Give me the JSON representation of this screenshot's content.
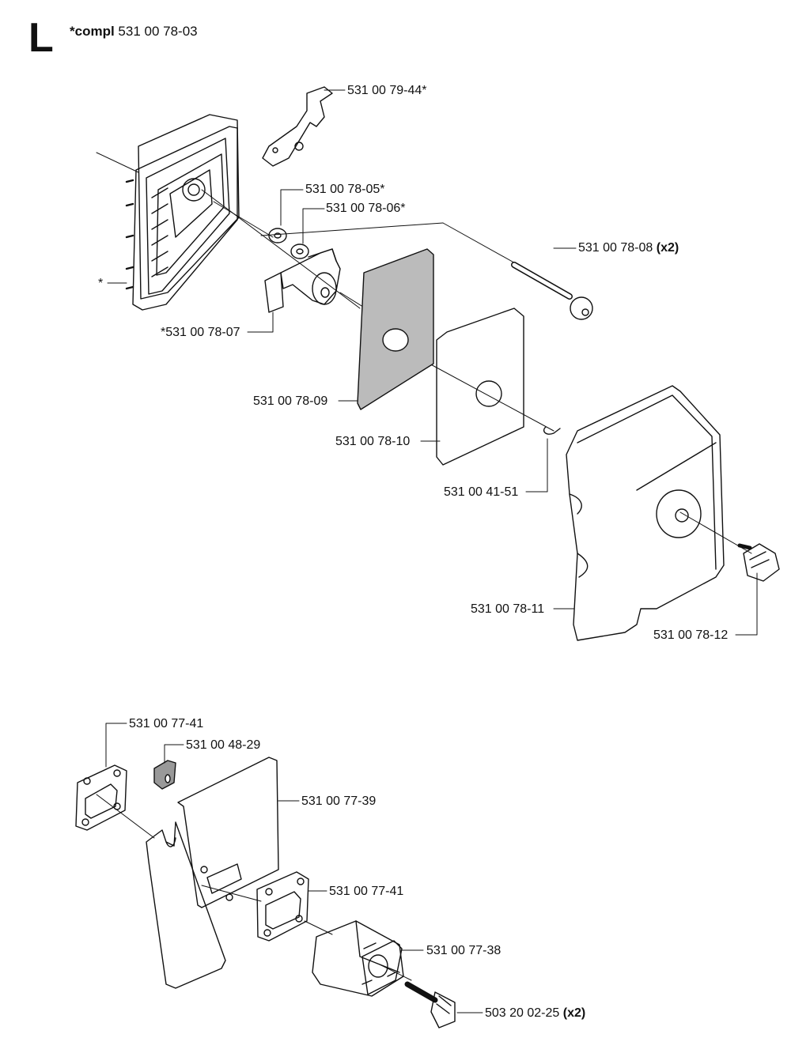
{
  "header": {
    "letter": "L",
    "prefix": "*compl",
    "number": "531 00 78-03"
  },
  "upper_parts": [
    {
      "id": "p1",
      "number": "531 00 79-44*",
      "qty": ""
    },
    {
      "id": "p2",
      "number": "531 00 78-05*",
      "qty": ""
    },
    {
      "id": "p3",
      "number": "531 00 78-06*",
      "qty": ""
    },
    {
      "id": "p4",
      "number": "531 00 78-08",
      "qty": "(x2)"
    },
    {
      "id": "p5",
      "number": "*",
      "qty": ""
    },
    {
      "id": "p6",
      "number": "*531 00 78-07",
      "qty": ""
    },
    {
      "id": "p7",
      "number": "531 00 78-09",
      "qty": ""
    },
    {
      "id": "p8",
      "number": "531 00 78-10",
      "qty": ""
    },
    {
      "id": "p9",
      "number": "531 00 41-51",
      "qty": ""
    },
    {
      "id": "p10",
      "number": "531 00 78-11",
      "qty": ""
    },
    {
      "id": "p11",
      "number": "531 00 78-12",
      "qty": ""
    }
  ],
  "lower_parts": [
    {
      "id": "q1",
      "number": "531 00 77-41",
      "qty": ""
    },
    {
      "id": "q2",
      "number": "531 00 48-29",
      "qty": ""
    },
    {
      "id": "q3",
      "number": "531 00 77-39",
      "qty": ""
    },
    {
      "id": "q4",
      "number": "531 00 77-41",
      "qty": ""
    },
    {
      "id": "q5",
      "number": "531 00 77-38",
      "qty": ""
    },
    {
      "id": "q6",
      "number": "503 20 02-25",
      "qty": "(x2)"
    }
  ]
}
